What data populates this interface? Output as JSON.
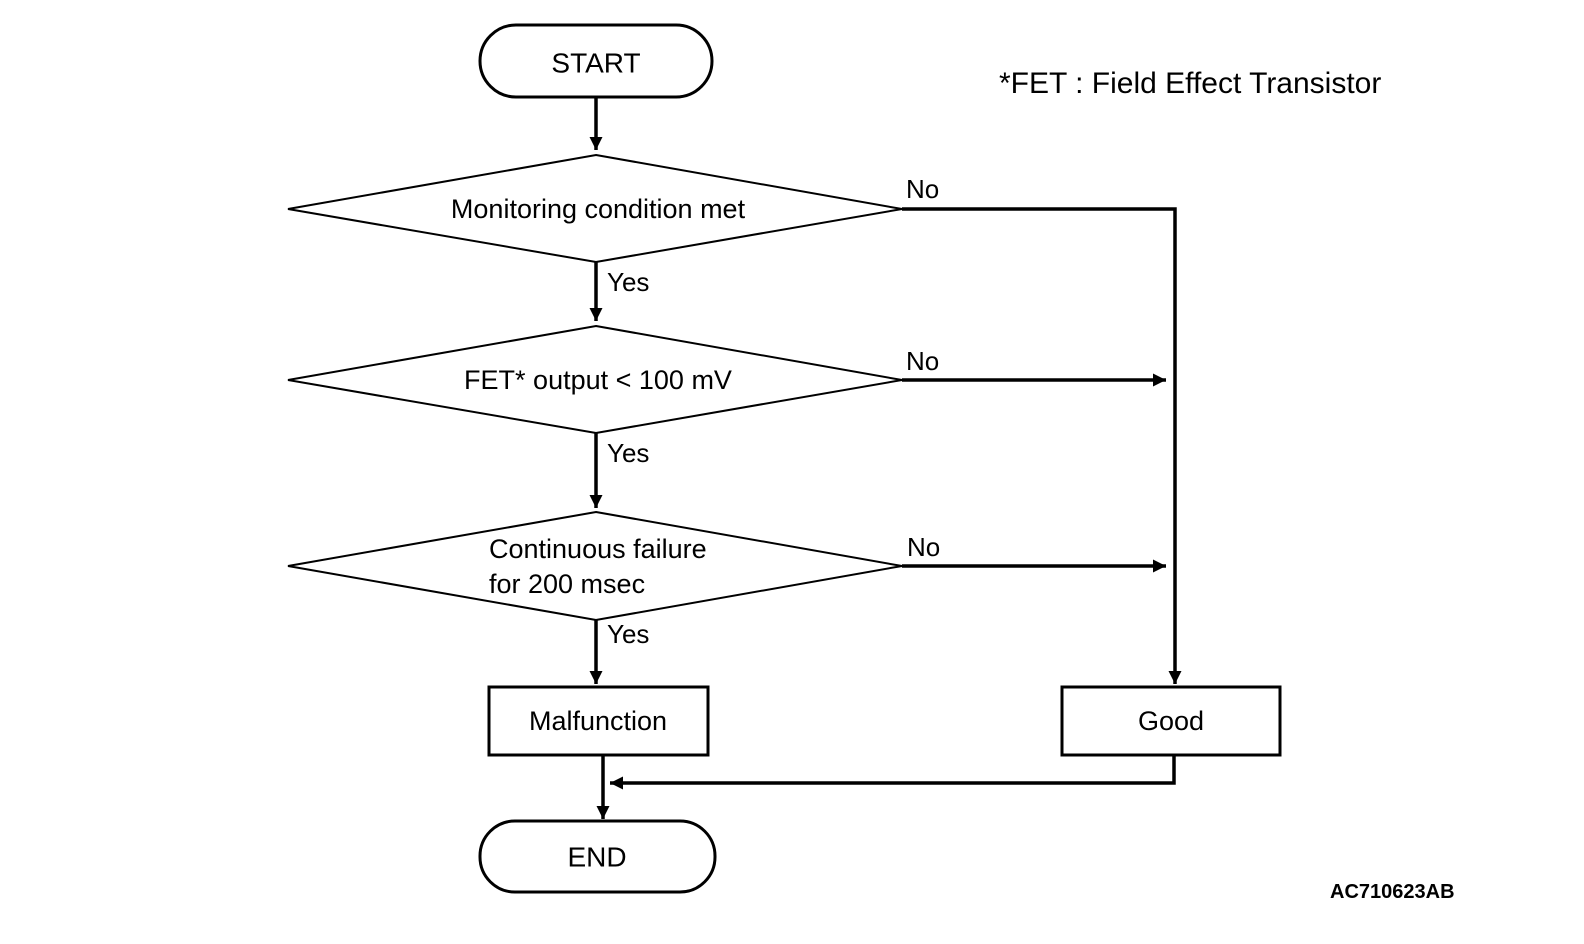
{
  "title": "*FET : Field Effect Transistor",
  "figure_code": "AC710623AB",
  "colors": {
    "stroke": "#000000",
    "background": "#ffffff"
  },
  "flowchart": {
    "nodes": {
      "start": {
        "type": "terminator",
        "label": "START"
      },
      "decision1": {
        "type": "decision",
        "label": "Monitoring condition met"
      },
      "decision2": {
        "type": "decision",
        "label": "FET* output < 100 mV"
      },
      "decision3": {
        "type": "decision",
        "label_line1": "Continuous failure",
        "label_line2": "for 200 msec"
      },
      "malfunction": {
        "type": "process",
        "label": "Malfunction"
      },
      "good": {
        "type": "process",
        "label": "Good"
      },
      "end": {
        "type": "terminator",
        "label": "END"
      }
    },
    "edges": {
      "d1_yes": "Yes",
      "d1_no": "No",
      "d2_yes": "Yes",
      "d2_no": "No",
      "d3_yes": "Yes",
      "d3_no": "No"
    }
  }
}
